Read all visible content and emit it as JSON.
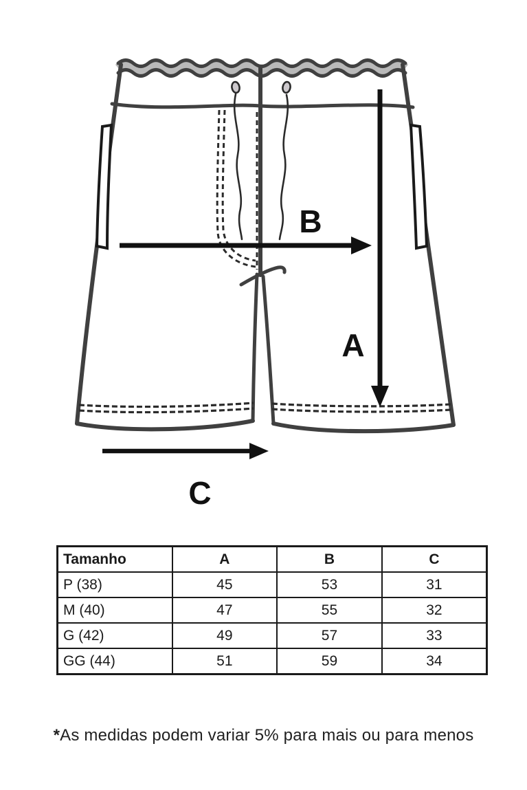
{
  "diagram": {
    "labels": {
      "A": "A",
      "B": "B",
      "C": "C"
    },
    "colors": {
      "garment_stroke": "#404040",
      "waistband_fill": "#b9b9b9",
      "aglet_fill": "#cdc9cd",
      "stitch_dash": "#2b2b2b",
      "arrow_black": "#111111"
    }
  },
  "size_table": {
    "headers": [
      "Tamanho",
      "A",
      "B",
      "C"
    ],
    "rows": [
      [
        "P (38)",
        "45",
        "53",
        "31"
      ],
      [
        "M (40)",
        "47",
        "55",
        "32"
      ],
      [
        "G (42)",
        "49",
        "57",
        "33"
      ],
      [
        "GG (44)",
        "51",
        "59",
        "34"
      ]
    ]
  },
  "footnote": {
    "asterisk": "*",
    "text": "As medidas podem variar 5% para mais ou para menos"
  }
}
